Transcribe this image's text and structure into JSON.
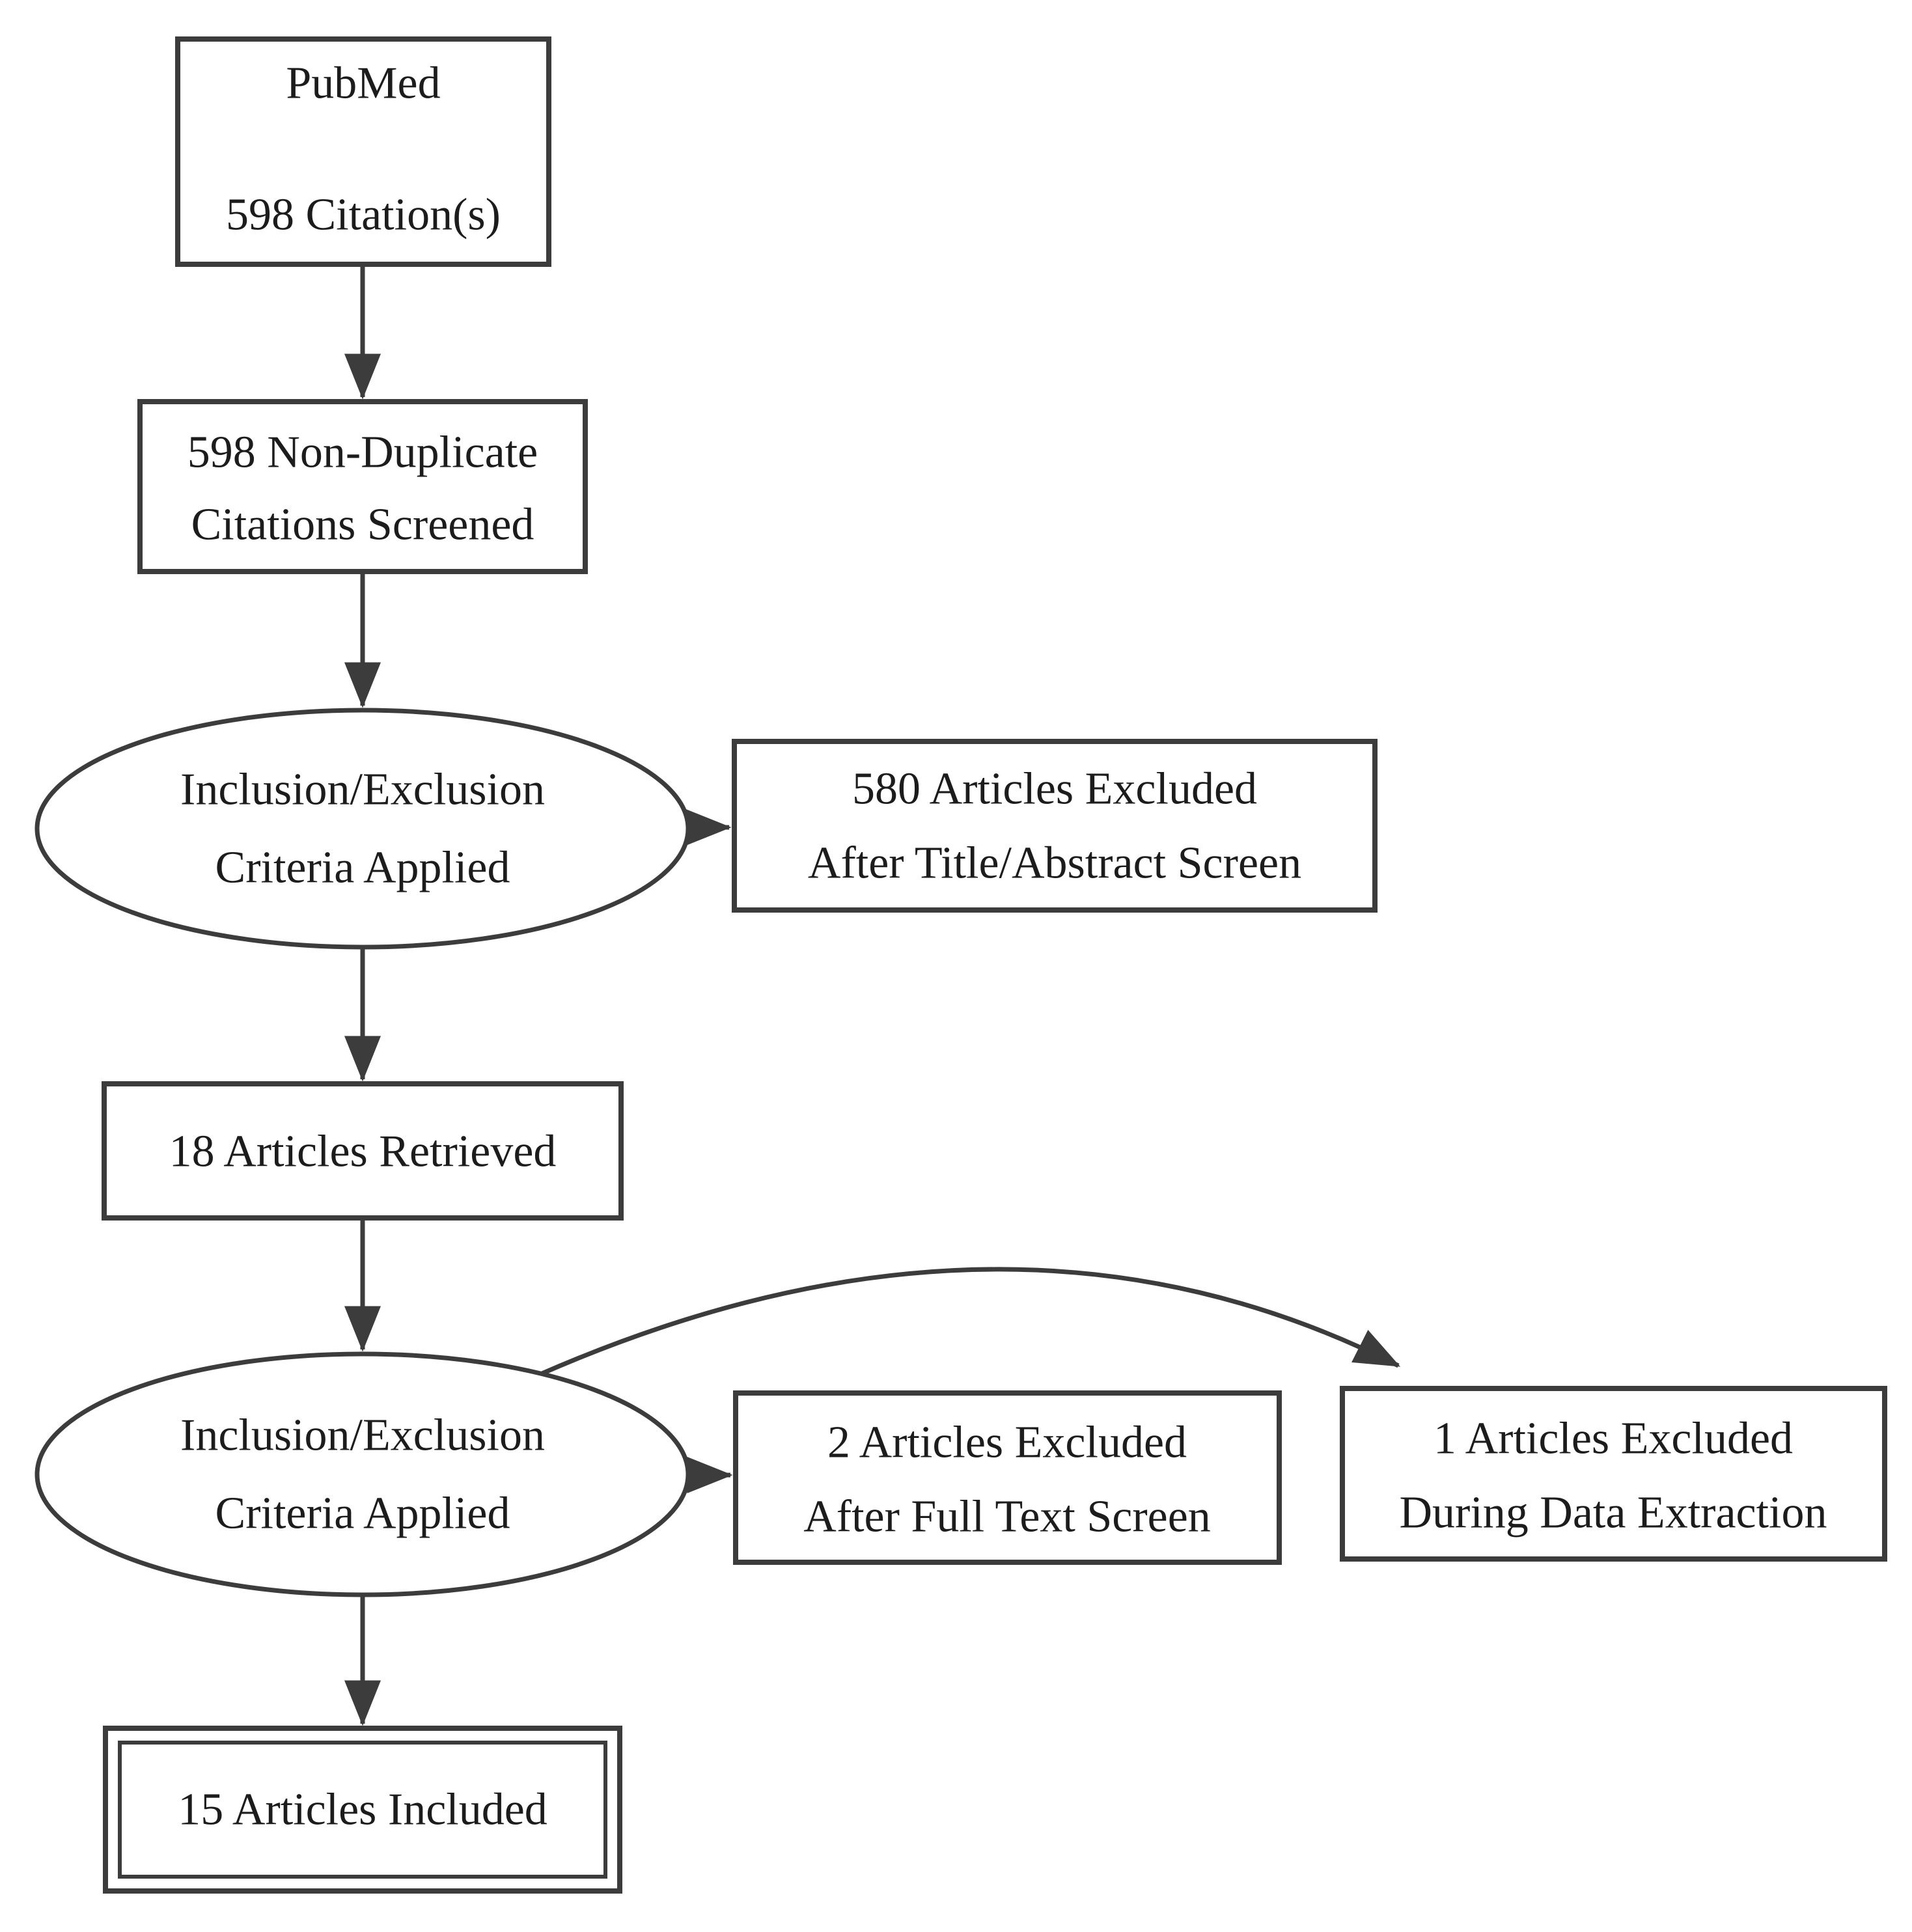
{
  "nodes": {
    "pubmed": {
      "line1": "PubMed",
      "line2": "598 Citation(s)"
    },
    "screened": {
      "line1": "598 Non-Duplicate",
      "line2": "Citations Screened"
    },
    "criteria1": {
      "line1": "Inclusion/Exclusion",
      "line2": "Criteria Applied"
    },
    "excluded_title_abstract": {
      "line1": "580 Articles Excluded",
      "line2": "After Title/Abstract Screen"
    },
    "retrieved": {
      "line1": "18 Articles Retrieved"
    },
    "criteria2": {
      "line1": "Inclusion/Exclusion",
      "line2": "Criteria Applied"
    },
    "excluded_full_text": {
      "line1": "2 Articles Excluded",
      "line2": "After Full Text Screen"
    },
    "excluded_data_extraction": {
      "line1": "1 Articles Excluded",
      "line2": "During Data Extraction"
    },
    "included": {
      "line1": "15 Articles Included"
    }
  },
  "colors": {
    "stroke": "#3c3c3c",
    "text": "#1c1c1c",
    "background": "#ffffff"
  }
}
